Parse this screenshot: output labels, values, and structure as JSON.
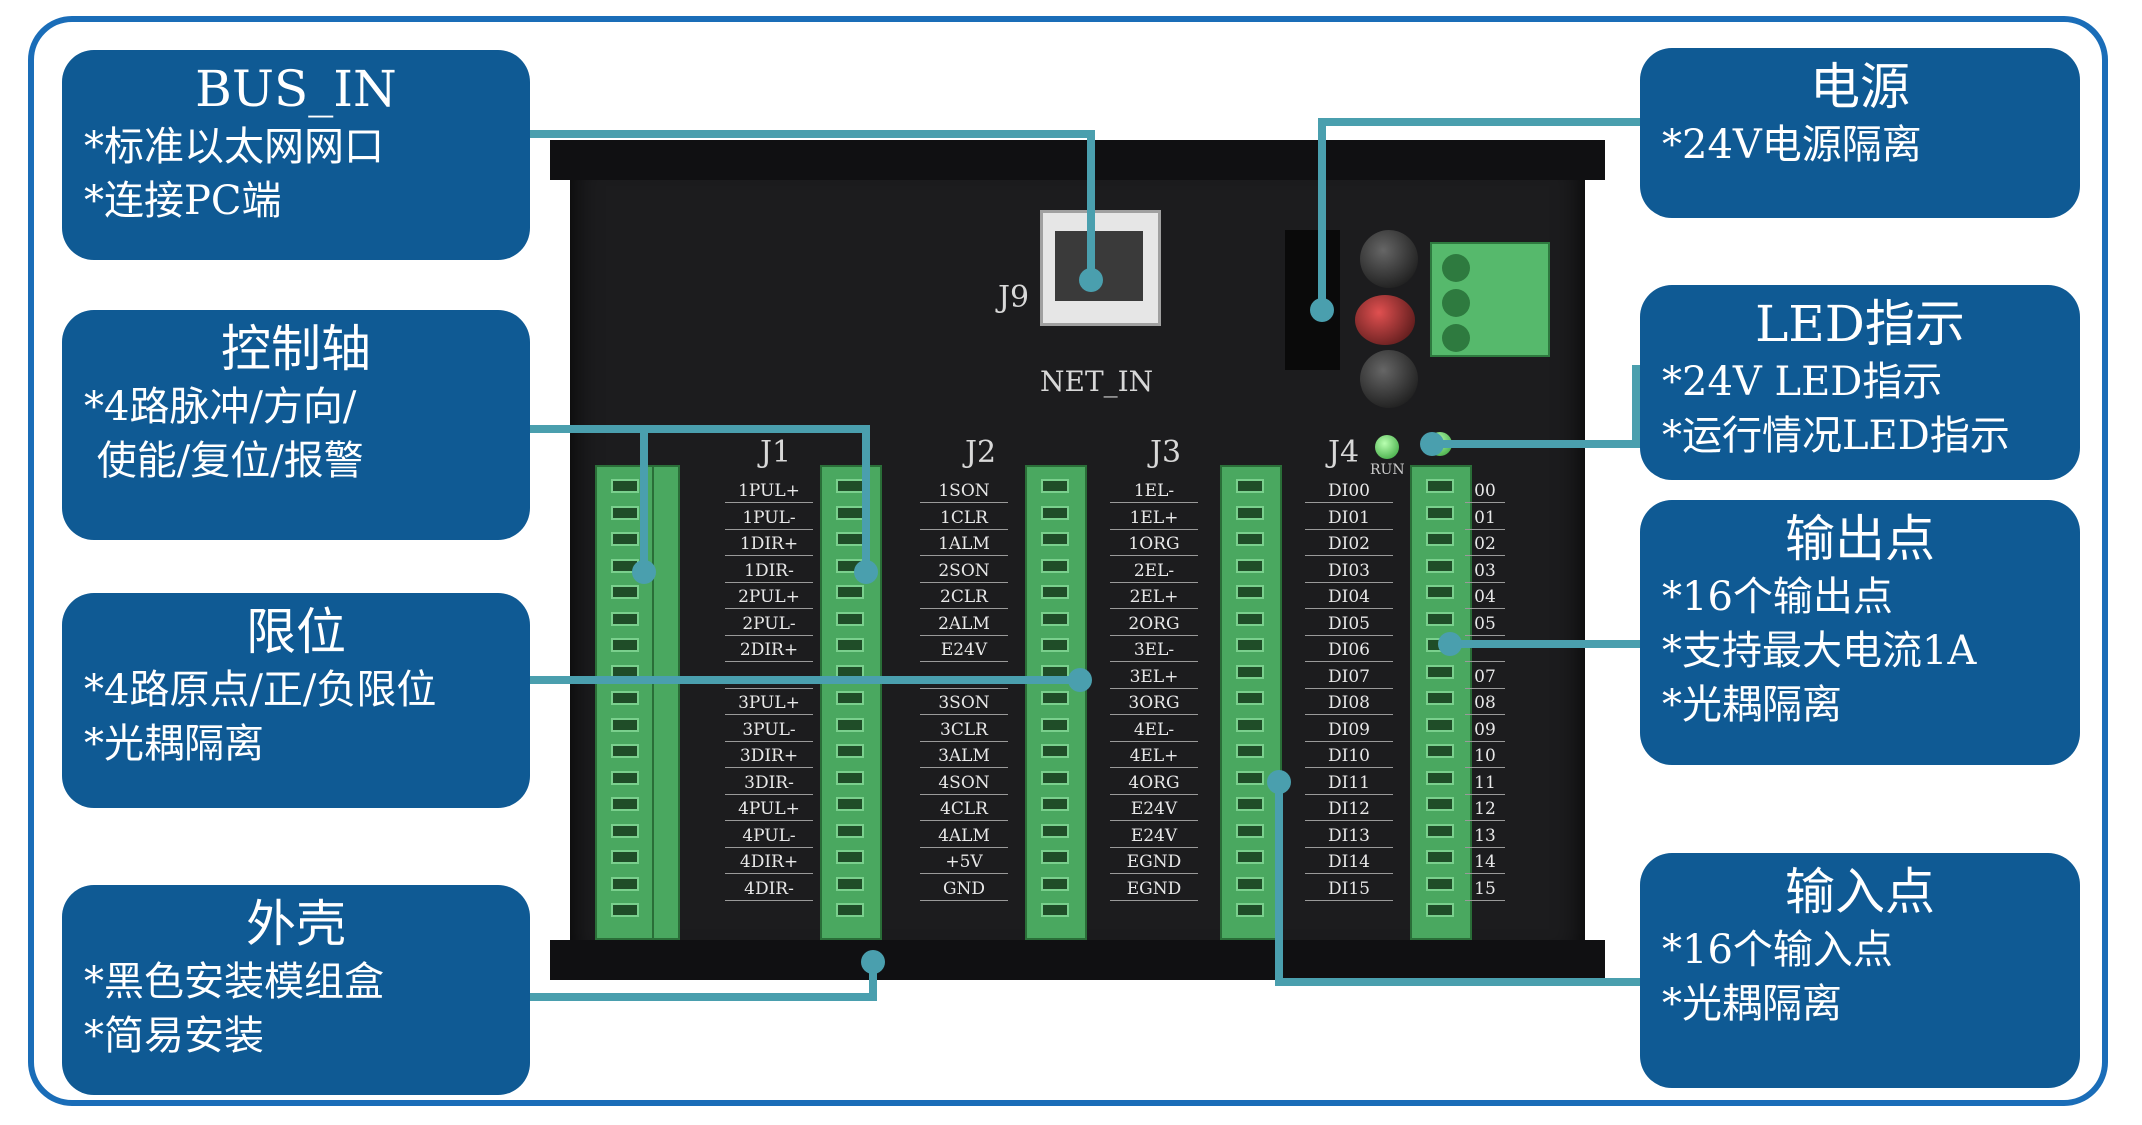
{
  "callouts": {
    "bus_in": {
      "title": "BUS_IN",
      "lines": [
        "*标准以太网网口",
        "*连接PC端"
      ]
    },
    "axis": {
      "title": "控制轴",
      "lines": [
        "*4路脉冲/方向/",
        " 使能/复位/报警"
      ]
    },
    "limit": {
      "title": "限位",
      "lines": [
        "*4路原点/正/负限位",
        "*光耦隔离"
      ]
    },
    "shell": {
      "title": "外壳",
      "lines": [
        "*黑色安装模组盒",
        "*简易安装"
      ]
    },
    "power": {
      "title": "电源",
      "lines": [
        "*24V电源隔离"
      ]
    },
    "led": {
      "title": "LED指示",
      "lines": [
        "*24V LED指示",
        "*运行情况LED指示"
      ]
    },
    "output": {
      "title": "输出点",
      "lines": [
        "*16个输出点",
        "*支持最大电流1A",
        "*光耦隔离"
      ]
    },
    "input": {
      "title": "输入点",
      "lines": [
        "*16个输入点",
        "*光耦隔离"
      ]
    }
  },
  "board": {
    "net_label": "NET_IN",
    "j9_label": "J9",
    "run_label": "RUN",
    "headers": [
      "J1",
      "J2",
      "J3",
      "J4"
    ],
    "j1_pins": [
      "1PUL+",
      "1PUL-",
      "1DIR+",
      "1DIR-",
      "2PUL+",
      "2PUL-",
      "2DIR+",
      "",
      "3PUL+",
      "3PUL-",
      "3DIR+",
      "3DIR-",
      "4PUL+",
      "4PUL-",
      "4DIR+",
      "4DIR-"
    ],
    "j2_pins": [
      "1SON",
      "1CLR",
      "1ALM",
      "2SON",
      "2CLR",
      "2ALM",
      "E24V",
      "",
      "3SON",
      "3CLR",
      "3ALM",
      "4SON",
      "4CLR",
      "4ALM",
      "+5V",
      "GND"
    ],
    "j3_pins": [
      "1EL-",
      "1EL+",
      "1ORG",
      "2EL-",
      "2EL+",
      "2ORG",
      "3EL-",
      "3EL+",
      "3ORG",
      "4EL-",
      "4EL+",
      "4ORG",
      "E24V",
      "E24V",
      "EGND",
      "EGND"
    ],
    "j4_pins": [
      "DI00",
      "DI01",
      "DI02",
      "DI03",
      "DI04",
      "DI05",
      "DI06",
      "DI07",
      "DI08",
      "DI09",
      "DI10",
      "DI11",
      "DI12",
      "DI13",
      "DI14",
      "DI15"
    ],
    "j5_pins": [
      "00",
      "01",
      "02",
      "03",
      "04",
      "05",
      "",
      "07",
      "08",
      "09",
      "10",
      "11",
      "12",
      "13",
      "14",
      "15"
    ]
  },
  "colors": {
    "callout_bg": "#0f5a94",
    "frame": "#1a6db8",
    "lead": "#4a9fae",
    "terminal": "#56b96c"
  }
}
